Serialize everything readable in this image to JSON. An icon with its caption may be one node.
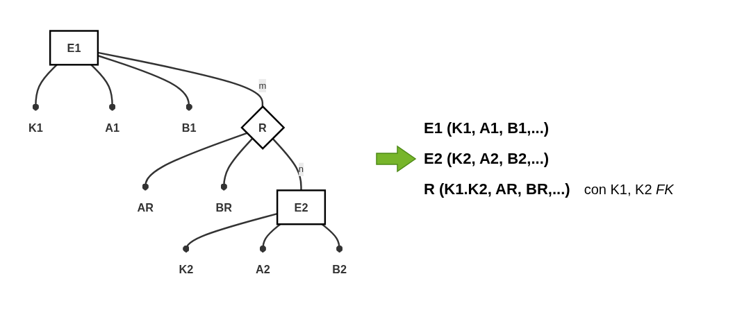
{
  "diagram": {
    "nodes": [
      {
        "text": [
          "K1"
        ]
      },
      {
        "text": [
          "E1"
        ]
      },
      {
        "text": [
          "A1"
        ]
      },
      {
        "text": [
          "B1"
        ]
      },
      {
        "text": [
          "AR"
        ]
      },
      {
        "text": [
          "R"
        ]
      },
      {
        "text": [
          "BR"
        ]
      },
      {
        "text": [
          "K2"
        ]
      },
      {
        "text": [
          "E2"
        ]
      },
      {
        "text": [
          "A2"
        ]
      },
      {
        "text": [
          "B2"
        ]
      }
    ],
    "edges": [
      {
        "from": 1,
        "to": 0,
        "arrow": "other"
      },
      {
        "from": 1,
        "to": 2,
        "arrow": "other"
      },
      {
        "from": 1,
        "to": 3,
        "arrow": "other"
      },
      {
        "from": 1,
        "to": 5,
        "arrow": "none",
        "label": "m"
      },
      {
        "from": 5,
        "to": 4,
        "arrow": "other"
      },
      {
        "from": 5,
        "to": 6,
        "arrow": "other"
      },
      {
        "from": 5,
        "to": 8,
        "arrow": "none",
        "label": "n"
      },
      {
        "from": 8,
        "to": 7,
        "arrow": "other"
      },
      {
        "from": 8,
        "to": 9,
        "arrow": "other"
      },
      {
        "from": 8,
        "to": 10,
        "arrow": "other"
      }
    ],
    "labels": [
      "E1 (K1, A1, B1,...)",
      "E2 (K2, A2, B2,...)",
      "R (K1.K2, AR, BR,...)",
      "con K1, K2 *FK*"
    ]
  }
}
